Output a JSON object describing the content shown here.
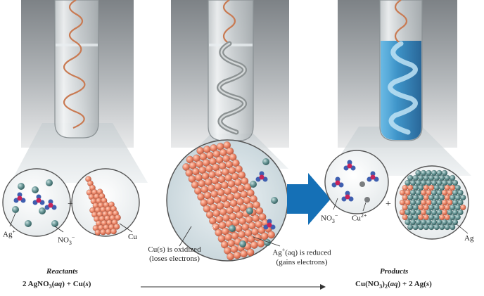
{
  "labels": {
    "ag_left": "Ag",
    "ag_left_charge": "+",
    "no3_left_a": "NO",
    "no3_left_sub": "3",
    "no3_left_charge": "−",
    "cu_left": "Cu",
    "no3_right_a": "NO",
    "no3_right_sub": "3",
    "no3_right_charge": "−",
    "cu2_right_a": "Cu",
    "cu2_right_charge": "2+",
    "ag_right": "Ag",
    "electron_symbol": "e",
    "electron_charge": "−",
    "plus_left": "+",
    "plus_right": "+"
  },
  "captions": {
    "oxidized_line1": "Cu(s) is oxidized",
    "oxidized_line2": "(loses electrons)",
    "reduced_line1a": "Ag",
    "reduced_line1_sup": "+",
    "reduced_line1b": "(aq) is reduced",
    "reduced_line2": "(gains electrons)"
  },
  "equations": {
    "reactants_title": "Reactants",
    "reactants_eq": "2 AgNO3(aq) + Cu(s)",
    "products_title": "Products",
    "products_eq": "Cu(NO3)2(aq) + 2 Ag(s)"
  },
  "colors": {
    "copper": "#e9866a",
    "silver": "#5d8c8c",
    "nitrate_center": "#c8245a",
    "nitrate_o": "#3f5fb0",
    "solution_blue": "#2d8cc6",
    "arrow_blue": "#1570b6"
  }
}
